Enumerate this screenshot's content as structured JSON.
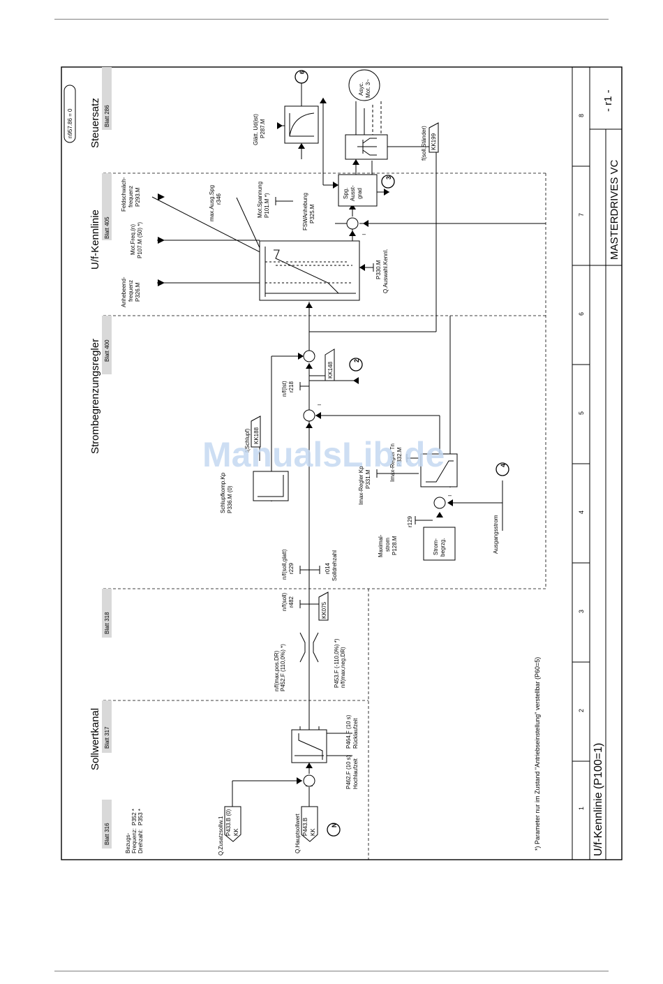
{
  "sheet": {
    "title": "U/f-Kennlinie (P100=1)",
    "product": "MASTERDRIVES VC",
    "page": "- r1 -",
    "columns": [
      "1",
      "2",
      "3",
      "4",
      "5",
      "6",
      "7",
      "8"
    ],
    "footnote": "*) Parameter nur im Zustand \"Antriebseinstellung\" verstellbar (P60=5)",
    "oval_param": "n957.86 = 0"
  },
  "sections": {
    "s1_title": "Sollwertkanal",
    "s1_blatt": "Blatt 317",
    "s2_title": "Strombegrenzungsregler",
    "s2_blatt": "Blatt 400",
    "s3_title": "U/f-Kennlinie",
    "s3_blatt": "Blatt 405",
    "s4_title": "Steuersatz",
    "s4_blatt": "Blatt 286",
    "blatt316": "Blatt 316",
    "blatt318": "Blatt 318"
  },
  "bezug": {
    "line1": "Bezugs-",
    "line2": "Frequenz:",
    "line2b": "P352 *",
    "line3": "Drehzahl:",
    "line3b": "P353 *"
  },
  "inputs": {
    "zusatz_label": "Q.Zusatzsollw.1",
    "zusatz_param": "P433.B (0)",
    "zusatz_kk": "KK",
    "haupt_label": "Q.Hauptsollwert",
    "haupt_param": "P443.B",
    "haupt_kk": "KK",
    "n_badge": "N"
  },
  "ramp": {
    "p462": "P462.F (10 s)",
    "hoch": "Hochlaufzeit",
    "p464": "P464.F (10 s)",
    "rueck": "Rücklaufzeit"
  },
  "limits": {
    "pos1": "n/f(max,pos.DR)",
    "pos2": "P452.F (110,0%) *)",
    "neg1": "P453.F (-110,0%) *)",
    "neg2": "n/f(max,neg.DR)"
  },
  "signals": {
    "r482a": "n/f(soll)",
    "r482b": "r482",
    "kk075": "KK075",
    "r229a": "n/f(soll,glatt)",
    "r229b": "r229",
    "r014a": "r014",
    "r014b": "Solldrehzahl",
    "schlupf1": "Schlupfkomp.Kp",
    "schlupf2": "P336.M (0)",
    "fschlupf": "f(Schlupf)",
    "kk188": "KK188",
    "r218a": "n/f(Ist)",
    "r218b": "r218",
    "kk148": "KK148",
    "imax1": "Imax-Regler Kp",
    "imax2": "P331.M",
    "imaxtn1": "Imax-Regler Tn",
    "imaxtn2": "P332.M",
    "max1": "Maximal-",
    "max2": "strom",
    "max3": "P128.M",
    "strom1": "Strom-",
    "strom2": "begrzg.",
    "r129": "r129",
    "ausgang": "Ausgangsstrom",
    "badge2": "2",
    "badge4": "4"
  },
  "kennlinie": {
    "anheb1": "Anhebeend-",
    "anheb2": "frequenz",
    "anheb3": "P326.M",
    "motf1": "Mot.Freq.(n)",
    "motf2": "P107.M (50) *)",
    "feld1": "Feldschwäch-",
    "feld2": "frequenz",
    "feld3": "P293.M",
    "p330a": "P330.M",
    "p330b": "Q.Auswahl.Kennl.",
    "fsw1": "FSWAnhebung",
    "fsw2": "P325.M",
    "motsp1": "Mot.Spannung",
    "motsp2": "P101.M *)",
    "maxsp1": "max.Ausg.Spg",
    "maxsp2": "r346",
    "spg1": "Spg.",
    "spg2": "Ausst-",
    "spg3": "grad",
    "badge3": "3"
  },
  "steuersatz": {
    "glaett1": "Glätt. Ud(ist)",
    "glaett2": "P287.M",
    "fsoll": "f(soll,Ständer)",
    "kk199": "KK199",
    "asyc1": "Asyc.",
    "asyc2": "Mot. 3~",
    "badge6": "6"
  },
  "watermark": "ManualsLib.de"
}
